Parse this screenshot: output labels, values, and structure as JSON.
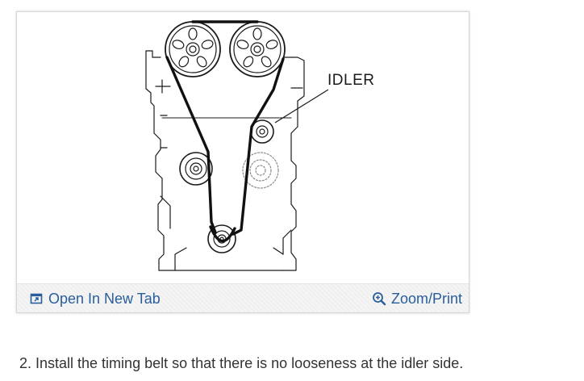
{
  "diagram": {
    "callout_label": "IDLER"
  },
  "toolbar": {
    "open_new_tab_label": "Open In New Tab",
    "open_new_tab_icon": "external-window-icon",
    "zoom_print_label": "Zoom/Print",
    "zoom_print_icon": "zoom-plus-icon"
  },
  "instruction": {
    "text": "2. Install the timing belt so that there is no looseness at the idler side."
  },
  "colors": {
    "link": "#2a5d9c",
    "body_text": "#333333",
    "line_art": "#1a1a1a"
  }
}
